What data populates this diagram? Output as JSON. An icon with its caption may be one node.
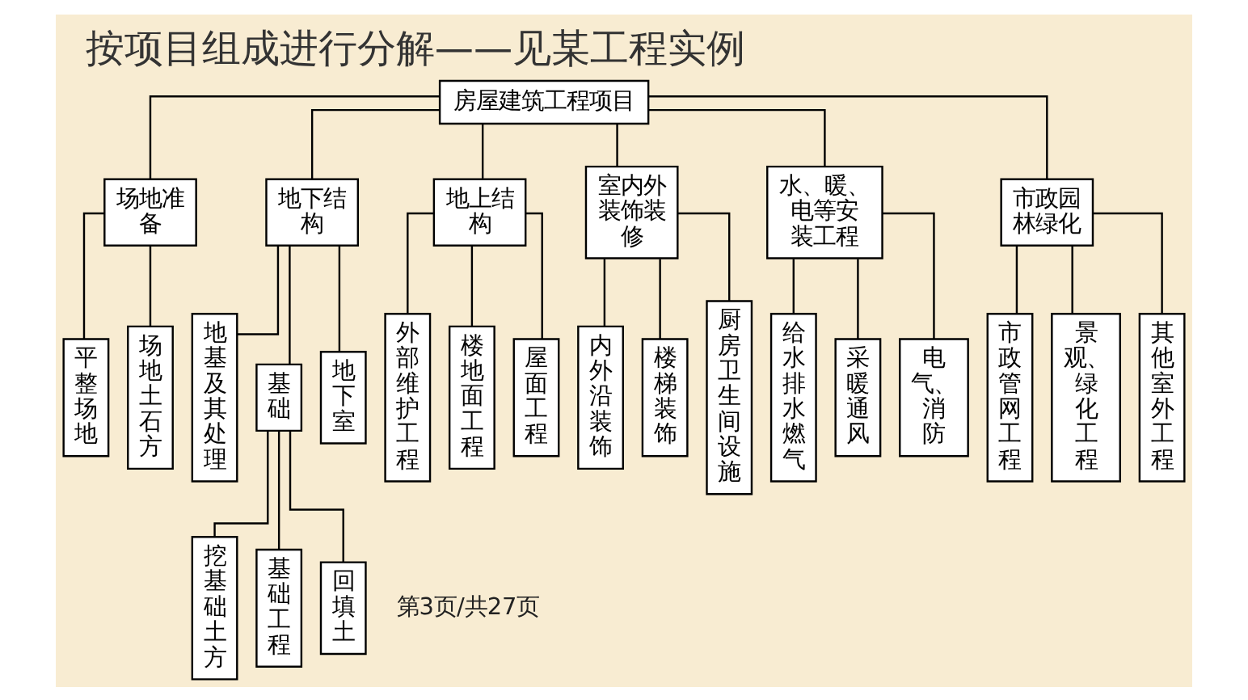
{
  "diagram": {
    "title": "按项目组成进行分解——见某工程实例",
    "nodes": [
      {
        "text": [
          "房屋建筑工程项目"
        ]
      },
      {
        "text": [
          "场地准备"
        ]
      },
      {
        "text": [
          "地下结构"
        ]
      },
      {
        "text": [
          "地上结构"
        ]
      },
      {
        "text": [
          "室内外装饰装修"
        ]
      },
      {
        "text": [
          "水、暖、电等安装工程"
        ]
      },
      {
        "text": [
          "市政园林绿化"
        ]
      },
      {
        "text": [
          "平整场地"
        ]
      },
      {
        "text": [
          "场地土石方"
        ]
      },
      {
        "text": [
          "地基及其处理"
        ]
      },
      {
        "text": [
          "基础"
        ]
      },
      {
        "text": [
          "地下室"
        ]
      },
      {
        "text": [
          "外部维护工程"
        ]
      },
      {
        "text": [
          "楼地面工程"
        ]
      },
      {
        "text": [
          "屋面工程"
        ]
      },
      {
        "text": [
          "内外沿装饰"
        ]
      },
      {
        "text": [
          "楼梯装饰"
        ]
      },
      {
        "text": [
          "厨房卫生间设施"
        ]
      },
      {
        "text": [
          "给水排水燃气"
        ]
      },
      {
        "text": [
          "采暖通风"
        ]
      },
      {
        "text": [
          "电气、消防"
        ]
      },
      {
        "text": [
          "市政管网工程"
        ]
      },
      {
        "text": [
          "景观、绿化工程"
        ]
      },
      {
        "text": [
          "其他室外工程"
        ]
      },
      {
        "text": [
          "挖基础土方"
        ]
      },
      {
        "text": [
          "基础工程"
        ]
      },
      {
        "text": [
          "回填土"
        ]
      }
    ],
    "edges": [
      {
        "from": 0,
        "to": 1,
        "arrow": "none"
      },
      {
        "from": 0,
        "to": 2,
        "arrow": "none"
      },
      {
        "from": 0,
        "to": 3,
        "arrow": "none"
      },
      {
        "from": 0,
        "to": 4,
        "arrow": "none"
      },
      {
        "from": 0,
        "to": 5,
        "arrow": "none"
      },
      {
        "from": 0,
        "to": 6,
        "arrow": "none"
      },
      {
        "from": 1,
        "to": 7,
        "arrow": "none"
      },
      {
        "from": 1,
        "to": 8,
        "arrow": "none"
      },
      {
        "from": 2,
        "to": 9,
        "arrow": "none"
      },
      {
        "from": 2,
        "to": 10,
        "arrow": "none"
      },
      {
        "from": 2,
        "to": 11,
        "arrow": "none"
      },
      {
        "from": 3,
        "to": 12,
        "arrow": "none"
      },
      {
        "from": 3,
        "to": 13,
        "arrow": "none"
      },
      {
        "from": 3,
        "to": 14,
        "arrow": "none"
      },
      {
        "from": 4,
        "to": 15,
        "arrow": "none"
      },
      {
        "from": 4,
        "to": 16,
        "arrow": "none"
      },
      {
        "from": 4,
        "to": 17,
        "arrow": "none"
      },
      {
        "from": 5,
        "to": 18,
        "arrow": "none"
      },
      {
        "from": 5,
        "to": 19,
        "arrow": "none"
      },
      {
        "from": 5,
        "to": 20,
        "arrow": "none"
      },
      {
        "from": 6,
        "to": 21,
        "arrow": "none"
      },
      {
        "from": 6,
        "to": 22,
        "arrow": "none"
      },
      {
        "from": 6,
        "to": 23,
        "arrow": "none"
      },
      {
        "from": 10,
        "to": 24,
        "arrow": "none"
      },
      {
        "from": 10,
        "to": 25,
        "arrow": "none"
      },
      {
        "from": 10,
        "to": 26,
        "arrow": "none"
      }
    ],
    "labels": [
      "第3页/共27页"
    ]
  }
}
